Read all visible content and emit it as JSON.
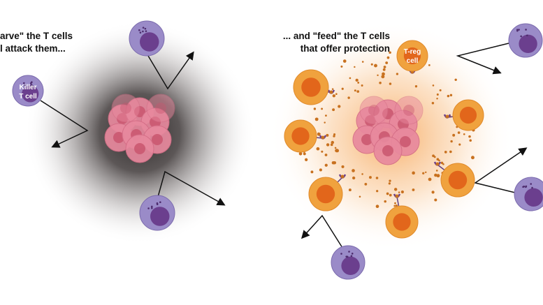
{
  "left_panel": {
    "caption_line1": "arve\" the T cells",
    "caption_line2": "l attack them...",
    "killer_label_line1": "Killer",
    "killer_label_line2": "T cell"
  },
  "right_panel": {
    "caption_line1": "... and \"feed\" the T cells",
    "caption_line2": "that offer protection",
    "treg_label_line1": "T-reg",
    "treg_label_line2": "cell"
  },
  "colors": {
    "killer_cell": "#9a8bc8",
    "killer_nucleus": "#6b3f8e",
    "treg_cell": "#f0a23e",
    "treg_nucleus": "#e2661b",
    "tumor": "#e8899e",
    "dark_glow": "#3a3333",
    "orange_glow": "#f7b56a"
  }
}
